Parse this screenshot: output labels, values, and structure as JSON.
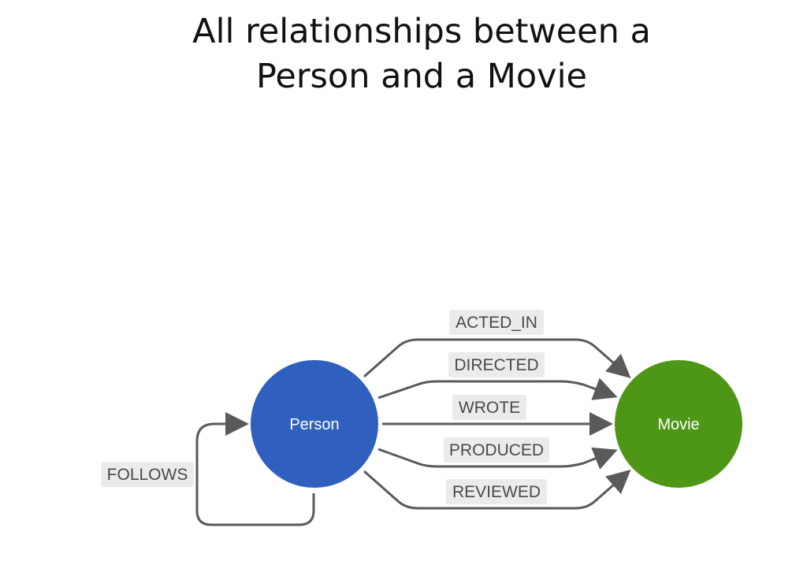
{
  "title": {
    "line1": "All relationships between a",
    "line2": "Person and a Movie"
  },
  "nodes": {
    "person": {
      "label": "Person",
      "color": "#3060bf"
    },
    "movie": {
      "label": "Movie",
      "color": "#4e9615"
    }
  },
  "relationships": {
    "acted_in": "ACTED_IN",
    "directed": "DIRECTED",
    "wrote": "WROTE",
    "produced": "PRODUCED",
    "reviewed": "REVIEWED",
    "follows": "FOLLOWS"
  },
  "colors": {
    "edge": "#5a5a5a",
    "label_background": "#ebebeb",
    "label_text": "#4a4a4a"
  }
}
